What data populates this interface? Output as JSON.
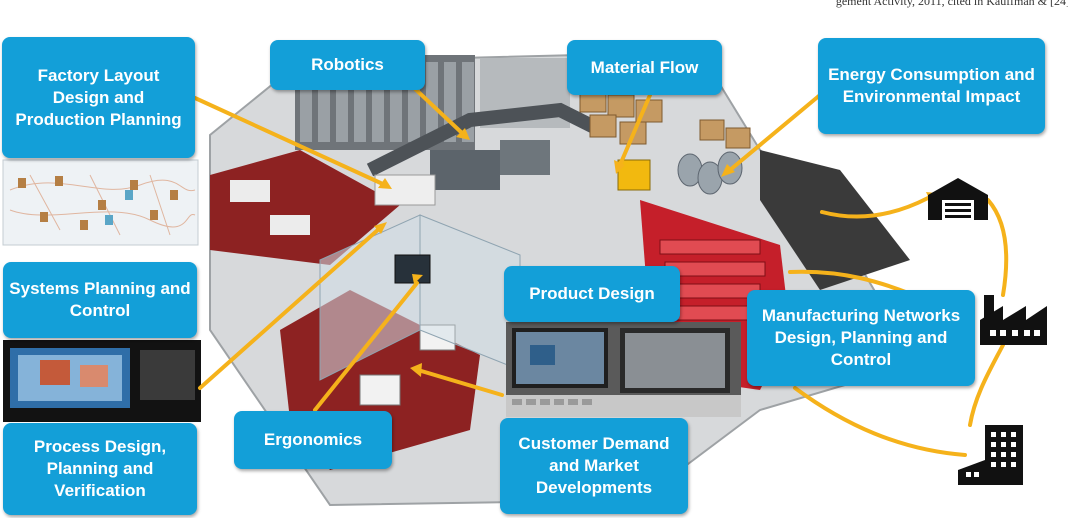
{
  "header_fragment": "gement Activity, 2011, cited in Kauffman & [24]",
  "labels": {
    "factory_layout": "Factory Layout Design and Production Planning",
    "robotics": "Robotics",
    "material_flow": "Material Flow",
    "energy": "Energy Consumption and Environmental Impact",
    "systems_planning": "Systems Planning and Control",
    "product_design": "Product Design",
    "manufacturing_networks": "Manufacturing Networks Design, Planning and Control",
    "process_design": "Process Design, Planning and Verification",
    "ergonomics": "Ergonomics",
    "customer_demand": "Customer Demand and Market Developments"
  },
  "colors": {
    "box_fill": "#139fd8",
    "box_text": "#ffffff",
    "arrow": "#f5b21b",
    "floor_red": "#8d2222",
    "floor_grey": "#8c8c8c"
  },
  "icons": [
    "warehouse-icon",
    "factory-icon",
    "city-building-icon"
  ]
}
